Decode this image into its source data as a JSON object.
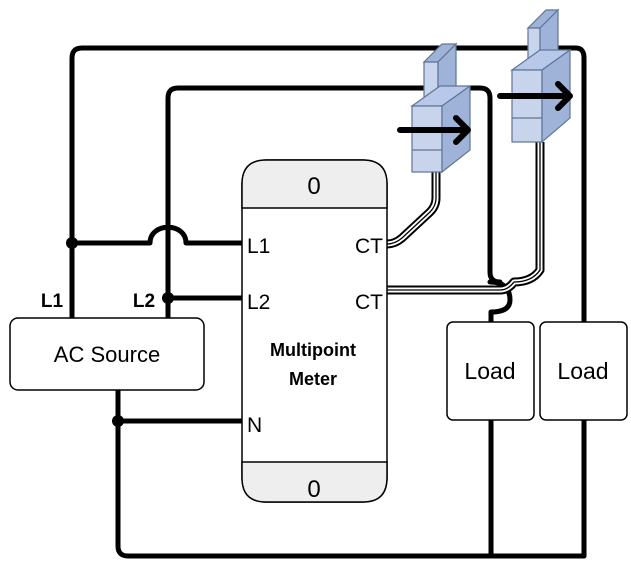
{
  "source": {
    "label": "AC Source",
    "l1_label": "L1",
    "l2_label": "L2"
  },
  "meter": {
    "title_line1": "Multipoint",
    "title_line2": "Meter",
    "terminal_l1": "L1",
    "terminal_l2": "L2",
    "terminal_n": "N",
    "terminal_ct1": "CT",
    "terminal_ct2": "CT",
    "top_symbol": "0",
    "bottom_symbol": "0"
  },
  "loads": [
    {
      "label": "Load"
    },
    {
      "label": "Load"
    }
  ],
  "colors": {
    "wire": "#000000",
    "ct_fill": "#b8c8e8",
    "ct_fill_dark": "#9fb3d9",
    "ct_stroke": "#5f7596",
    "meter_fill": "#ffffff",
    "meter_band": "#eeeeee"
  }
}
